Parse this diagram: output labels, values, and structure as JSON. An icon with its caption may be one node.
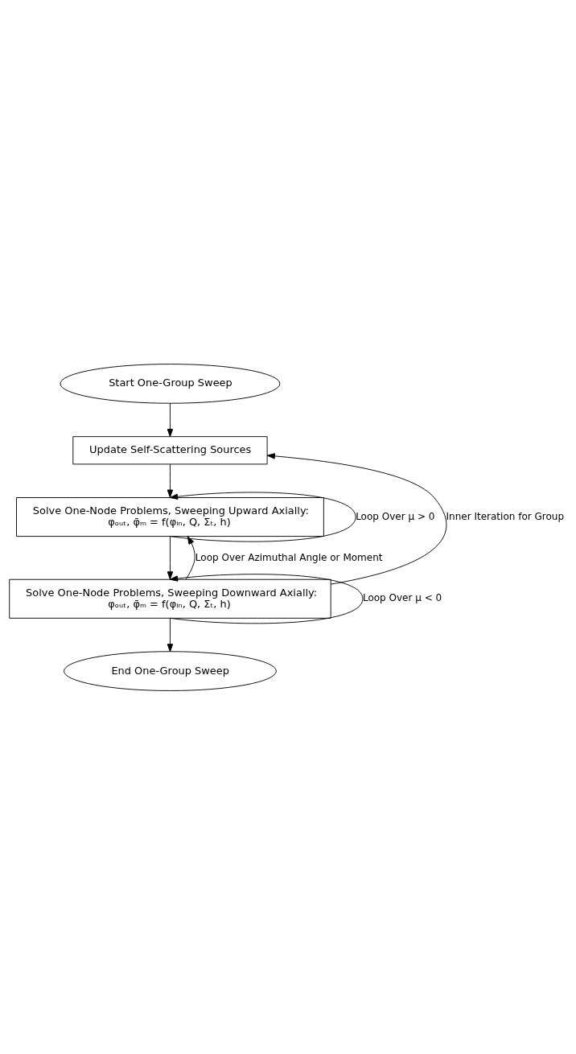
{
  "diagram": {
    "nodes": [
      {
        "text": [
          "Start One-Group Sweep"
        ]
      },
      {
        "text": [
          "Update Self-Scattering Sources"
        ]
      },
      {
        "text": [
          "Solve One-Node Problems, Sweeping Upward Axially:",
          "φₒᵤₜ, φ̄ₘ = f(φᵢₙ, Q, Σₜ, h)"
        ]
      },
      {
        "text": [
          "Solve One-Node Problems, Sweeping Downward Axially:",
          "φₒᵤₜ, φ̄ₘ = f(φᵢₙ, Q, Σₜ, h)"
        ]
      },
      {
        "text": [
          "End One-Group Sweep"
        ]
      }
    ],
    "edges": [
      {
        "from": 0,
        "to": 1,
        "arrow": "to"
      },
      {
        "from": 1,
        "to": 2,
        "arrow": "to"
      },
      {
        "from": 2,
        "to": 3,
        "arrow": "to"
      },
      {
        "from": 3,
        "to": 4,
        "arrow": "to"
      },
      {
        "from": 2,
        "to": 2,
        "arrow": "to",
        "label": "Loop Over μ > 0"
      },
      {
        "from": 3,
        "to": 3,
        "arrow": "to",
        "label": "Loop Over μ < 0"
      },
      {
        "from": 3,
        "to": 2,
        "arrow": "to",
        "label": "Loop Over Azimuthal Angle or Moment"
      },
      {
        "from": 3,
        "to": 1,
        "arrow": "to",
        "label": "Inner Iteration for Group"
      }
    ]
  }
}
